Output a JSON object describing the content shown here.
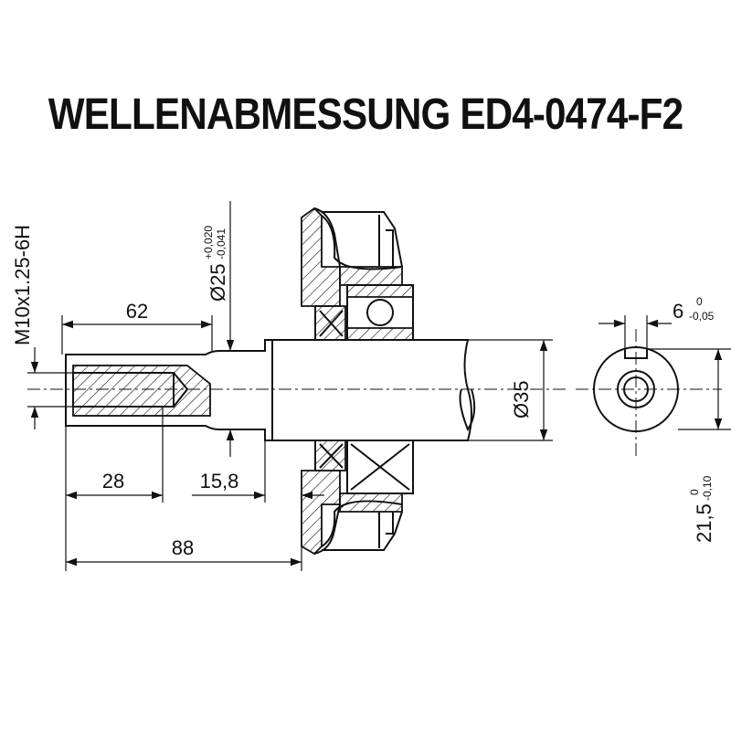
{
  "title": "WELLENABMESSUNG ED4-0474-F2",
  "dimensions": {
    "thread": "M10x1.25-6H",
    "len_62": "62",
    "len_28": "28",
    "len_15_8": "15,8",
    "len_88": "88",
    "dia_25": "Ø25",
    "dia_25_tol_upper": "+0,020",
    "dia_25_tol_lower": "-0,041",
    "dia_35": "Ø35",
    "key_width": "6",
    "key_width_tol_upper": "0",
    "key_width_tol_lower": "-0,05",
    "key_height": "21,5",
    "key_height_tol_upper": "0",
    "key_height_tol_lower": "-0,10"
  }
}
